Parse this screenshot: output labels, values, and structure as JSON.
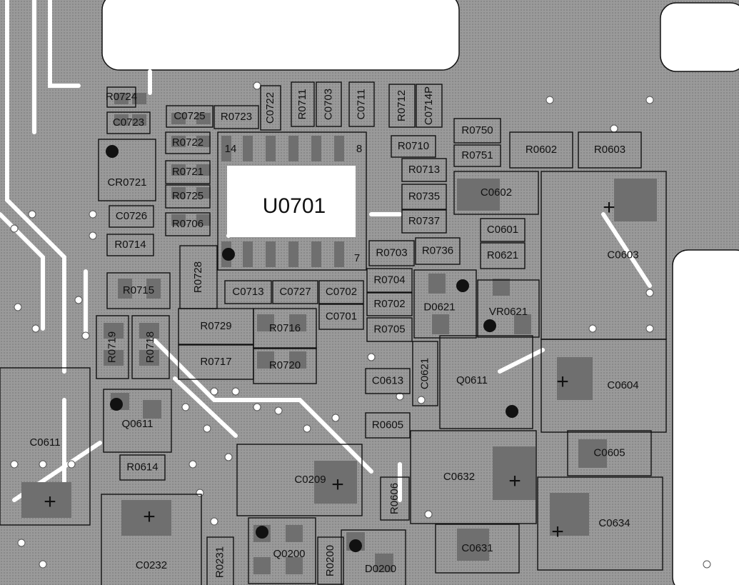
{
  "ic_label": "U0701",
  "pin_labels": {
    "pin14": "14",
    "pin8": "8",
    "pin7": "7"
  },
  "components": {
    "R0724": "R0724",
    "C0723": "C0723",
    "C0725": "C0725",
    "R0723": "R0723",
    "C0722": "C0722",
    "R0711": "R0711",
    "C0703": "C0703",
    "C0711": "C0711",
    "R0712": "R0712",
    "C0714P": "C0714P",
    "R0722": "R0722",
    "CR0721": "CR0721",
    "R0721": "R0721",
    "R0725": "R0725",
    "C0726": "C0726",
    "R0706": "R0706",
    "R0714": "R0714",
    "R0728": "R0728",
    "R0715": "R0715",
    "C0713": "C0713",
    "C0727": "C0727",
    "C0702": "C0702",
    "C0701": "C0701",
    "R0719": "R0719",
    "R0718": "R0718",
    "R0729": "R0729",
    "R0716": "R0716",
    "R0717": "R0717",
    "R0720": "R0720",
    "R0750": "R0750",
    "R0751": "R0751",
    "R0710": "R0710",
    "R0713": "R0713",
    "R0735": "R0735",
    "R0737": "R0737",
    "R0703": "R0703",
    "R0736": "R0736",
    "R0704": "R0704",
    "R0702": "R0702",
    "R0705": "R0705",
    "R0602": "R0602",
    "R0603": "R0603",
    "C0602": "C0602",
    "C0601": "C0601",
    "R0621": "R0621",
    "C0603": "C0603",
    "D0621": "D0621",
    "VR0621": "VR0621",
    "C0613": "C0613",
    "C0621": "C0621",
    "Q0611a": "Q0611",
    "Q0611b": "Q0611",
    "C0604": "C0604",
    "C0611": "C0611",
    "R0614": "R0614",
    "R0605": "R0605",
    "C0209": "C0209",
    "C0632": "C0632",
    "C0605": "C0605",
    "R0606": "R0606",
    "C0634": "C0634",
    "C0631": "C0631",
    "C0232": "C0232",
    "R0231": "R0231",
    "Q0200": "Q0200",
    "R0200": "R0200",
    "D0200": "D0200"
  },
  "polarity_mark": "+"
}
